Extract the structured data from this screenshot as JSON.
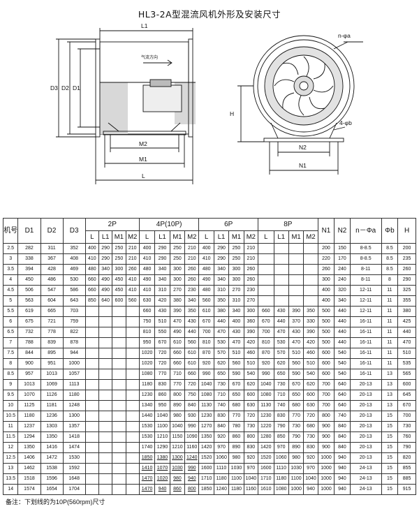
{
  "title": "HL3-2A型混流风机外形及安装尺寸",
  "drawing": {
    "side_labels": {
      "l1": "L1",
      "d3": "D3",
      "d2": "D2",
      "d1": "D1",
      "m2": "M2",
      "m1": "M1",
      "l": "L",
      "airflow": "气流方向"
    },
    "front_labels": {
      "holes": "n-φa",
      "h": "H",
      "bolts": "4-φb",
      "n2": "N2",
      "n1": "N1"
    }
  },
  "table": {
    "headers": {
      "model": "机号",
      "d1": "D1",
      "d2": "D2",
      "d3": "D3",
      "p2": "2P",
      "p4": "4P(10P)",
      "p6": "6P",
      "p8": "8P",
      "n1": "N1",
      "n2": "N2",
      "na": "n－Φa",
      "b": "Φb",
      "h": "H",
      "sub": [
        "L",
        "L1",
        "M1",
        "M2"
      ]
    },
    "rows": [
      {
        "m": "2.5",
        "d1": "282",
        "d2": "311",
        "d3": "352",
        "p2": [
          "400",
          "290",
          "250",
          "210"
        ],
        "p4": [
          "400",
          "290",
          "250",
          "210"
        ],
        "p6": [
          "400",
          "290",
          "250",
          "210"
        ],
        "p8": [
          "",
          "",
          "",
          ""
        ],
        "n1": "200",
        "n2": "150",
        "na": "8-8.5",
        "b": "8.5",
        "h": "200"
      },
      {
        "m": "3",
        "d1": "338",
        "d2": "367",
        "d3": "408",
        "p2": [
          "410",
          "290",
          "250",
          "210"
        ],
        "p4": [
          "410",
          "290",
          "250",
          "210"
        ],
        "p6": [
          "410",
          "290",
          "250",
          "210"
        ],
        "p8": [
          "",
          "",
          "",
          ""
        ],
        "n1": "220",
        "n2": "170",
        "na": "8-8.5",
        "b": "8.5",
        "h": "235"
      },
      {
        "m": "3.5",
        "d1": "394",
        "d2": "428",
        "d3": "469",
        "p2": [
          "480",
          "340",
          "300",
          "260"
        ],
        "p4": [
          "480",
          "340",
          "300",
          "260"
        ],
        "p6": [
          "480",
          "340",
          "300",
          "260"
        ],
        "p8": [
          "",
          "",
          "",
          ""
        ],
        "n1": "260",
        "n2": "240",
        "na": "8-11",
        "b": "8.5",
        "h": "260"
      },
      {
        "m": "4",
        "d1": "450",
        "d2": "486",
        "d3": "530",
        "p2": [
          "660",
          "490",
          "450",
          "410"
        ],
        "p4": [
          "490",
          "340",
          "300",
          "260"
        ],
        "p6": [
          "490",
          "340",
          "300",
          "260"
        ],
        "p8": [
          "",
          "",
          "",
          ""
        ],
        "n1": "300",
        "n2": "240",
        "na": "8-11",
        "b": "8",
        "h": "290"
      },
      {
        "m": "4.5",
        "d1": "506",
        "d2": "547",
        "d3": "586",
        "p2": [
          "660",
          "490",
          "450",
          "410"
        ],
        "p4": [
          "410",
          "310",
          "270",
          "230"
        ],
        "p6": [
          "480",
          "310",
          "270",
          "230"
        ],
        "p8": [
          "",
          "",
          "",
          ""
        ],
        "n1": "400",
        "n2": "320",
        "na": "12-11",
        "b": "11",
        "h": "325"
      },
      {
        "m": "5",
        "d1": "563",
        "d2": "604",
        "d3": "643",
        "p2": [
          "850",
          "640",
          "600",
          "560"
        ],
        "p4": [
          "630",
          "420",
          "380",
          "340"
        ],
        "p6": [
          "560",
          "350",
          "310",
          "270"
        ],
        "p8": [
          "",
          "",
          "",
          ""
        ],
        "n1": "400",
        "n2": "340",
        "na": "12-11",
        "b": "11",
        "h": "355"
      },
      {
        "m": "5.5",
        "d1": "619",
        "d2": "665",
        "d3": "703",
        "p2": [
          "",
          "",
          "",
          ""
        ],
        "p4": [
          "660",
          "430",
          "390",
          "350"
        ],
        "p6": [
          "610",
          "380",
          "340",
          "300"
        ],
        "p8": [
          "660",
          "430",
          "390",
          "350"
        ],
        "n1": "500",
        "n2": "440",
        "na": "12-11",
        "b": "11",
        "h": "380"
      },
      {
        "m": "6",
        "d1": "675",
        "d2": "721",
        "d3": "759",
        "p2": [
          "",
          "",
          "",
          ""
        ],
        "p4": [
          "750",
          "510",
          "470",
          "430"
        ],
        "p6": [
          "670",
          "440",
          "400",
          "360"
        ],
        "p8": [
          "670",
          "440",
          "370",
          "330"
        ],
        "n1": "500",
        "n2": "440",
        "na": "16-11",
        "b": "11",
        "h": "425"
      },
      {
        "m": "6.5",
        "d1": "732",
        "d2": "778",
        "d3": "822",
        "p2": [
          "",
          "",
          "",
          ""
        ],
        "p4": [
          "810",
          "550",
          "490",
          "440"
        ],
        "p6": [
          "700",
          "470",
          "430",
          "390"
        ],
        "p8": [
          "700",
          "470",
          "430",
          "390"
        ],
        "n1": "500",
        "n2": "440",
        "na": "16-11",
        "b": "11",
        "h": "440"
      },
      {
        "m": "7",
        "d1": "788",
        "d2": "839",
        "d3": "878",
        "p2": [
          "",
          "",
          "",
          ""
        ],
        "p4": [
          "950",
          "670",
          "610",
          "560"
        ],
        "p6": [
          "810",
          "530",
          "470",
          "420"
        ],
        "p8": [
          "810",
          "530",
          "470",
          "420"
        ],
        "n1": "500",
        "n2": "440",
        "na": "16-11",
        "b": "11",
        "h": "470"
      },
      {
        "m": "7.5",
        "d1": "844",
        "d2": "895",
        "d3": "944",
        "p2": [
          "",
          "",
          "",
          ""
        ],
        "p4": [
          "1020",
          "720",
          "660",
          "610"
        ],
        "p6": [
          "870",
          "570",
          "510",
          "460"
        ],
        "p8": [
          "870",
          "570",
          "510",
          "460"
        ],
        "n1": "600",
        "n2": "540",
        "na": "16-11",
        "b": "11",
        "h": "510"
      },
      {
        "m": "8",
        "d1": "900",
        "d2": "951",
        "d3": "1000",
        "p2": [
          "",
          "",
          "",
          ""
        ],
        "p4": [
          "1020",
          "720",
          "660",
          "610"
        ],
        "p6": [
          "920",
          "620",
          "560",
          "510"
        ],
        "p8": [
          "920",
          "620",
          "560",
          "510"
        ],
        "n1": "600",
        "n2": "540",
        "na": "16-11",
        "b": "11",
        "h": "535"
      },
      {
        "m": "8.5",
        "d1": "957",
        "d2": "1013",
        "d3": "1057",
        "p2": [
          "",
          "",
          "",
          ""
        ],
        "p4": [
          "1080",
          "770",
          "710",
          "660"
        ],
        "p6": [
          "990",
          "650",
          "590",
          "540"
        ],
        "p8": [
          "990",
          "650",
          "590",
          "540"
        ],
        "n1": "600",
        "n2": "540",
        "na": "16-11",
        "b": "13",
        "h": "565"
      },
      {
        "m": "9",
        "d1": "1013",
        "d2": "1069",
        "d3": "1113",
        "p2": [
          "",
          "",
          "",
          ""
        ],
        "p4": [
          "1180",
          "830",
          "770",
          "720"
        ],
        "p6": [
          "1040",
          "730",
          "670",
          "620"
        ],
        "p8": [
          "1040",
          "730",
          "670",
          "620"
        ],
        "n1": "700",
        "n2": "640",
        "na": "20-13",
        "b": "13",
        "h": "600"
      },
      {
        "m": "9.5",
        "d1": "1070",
        "d2": "1126",
        "d3": "1180",
        "p2": [
          "",
          "",
          "",
          ""
        ],
        "p4": [
          "1230",
          "860",
          "800",
          "750"
        ],
        "p6": [
          "1080",
          "710",
          "650",
          "600"
        ],
        "p8": [
          "1080",
          "710",
          "650",
          "600"
        ],
        "n1": "700",
        "n2": "640",
        "na": "20-13",
        "b": "13",
        "h": "645"
      },
      {
        "m": "10",
        "d1": "1125",
        "d2": "1181",
        "d3": "1248",
        "p2": [
          "",
          "",
          "",
          ""
        ],
        "p4": [
          "1340",
          "950",
          "890",
          "840"
        ],
        "p6": [
          "1130",
          "740",
          "680",
          "630"
        ],
        "p8": [
          "1130",
          "740",
          "680",
          "630"
        ],
        "n1": "700",
        "n2": "640",
        "na": "20-13",
        "b": "13",
        "h": "670"
      },
      {
        "m": "10.5",
        "d1": "1180",
        "d2": "1236",
        "d3": "1300",
        "p2": [
          "",
          "",
          "",
          ""
        ],
        "p4": [
          "1440",
          "1040",
          "980",
          "930"
        ],
        "p6": [
          "1230",
          "830",
          "770",
          "720"
        ],
        "p8": [
          "1230",
          "830",
          "770",
          "720"
        ],
        "n1": "800",
        "n2": "740",
        "na": "20-13",
        "b": "15",
        "h": "700"
      },
      {
        "m": "11",
        "d1": "1237",
        "d2": "1303",
        "d3": "1357",
        "p2": [
          "",
          "",
          "",
          ""
        ],
        "p4": [
          "1530",
          "1100",
          "1040",
          "990"
        ],
        "p6": [
          "1270",
          "840",
          "780",
          "730"
        ],
        "p8": [
          "1220",
          "790",
          "730",
          "680"
        ],
        "n1": "900",
        "n2": "840",
        "na": "20-13",
        "b": "15",
        "h": "730"
      },
      {
        "m": "11.5",
        "d1": "1294",
        "d2": "1350",
        "d3": "1418",
        "p2": [
          "",
          "",
          "",
          ""
        ],
        "p4": [
          "1530",
          "1210",
          "1150",
          "1090"
        ],
        "p6": [
          "1350",
          "920",
          "860",
          "800"
        ],
        "p8": [
          "1280",
          "850",
          "790",
          "730"
        ],
        "n1": "900",
        "n2": "840",
        "na": "20-13",
        "b": "15",
        "h": "760"
      },
      {
        "m": "12",
        "d1": "1350",
        "d2": "1416",
        "d3": "1474",
        "p2": [
          "",
          "",
          "",
          ""
        ],
        "p4": [
          "1740",
          "1290",
          "1210",
          "1160"
        ],
        "p6": [
          "1420",
          "970",
          "890",
          "830"
        ],
        "p8": [
          "1420",
          "970",
          "890",
          "830"
        ],
        "n1": "900",
        "n2": "840",
        "na": "20-13",
        "b": "15",
        "h": "790"
      },
      {
        "m": "12.5",
        "d1": "1406",
        "d2": "1472",
        "d3": "1530",
        "p2": [
          "",
          "",
          "",
          ""
        ],
        "p4": [
          "1850",
          "1380",
          "1300",
          "1240"
        ],
        "p6": [
          "1520",
          "1060",
          "980",
          "920"
        ],
        "p8": [
          "1520",
          "1060",
          "980",
          "920"
        ],
        "n1": "1000",
        "n2": "940",
        "na": "20-13",
        "b": "15",
        "h": "820"
      },
      {
        "m": "13",
        "d1": "1462",
        "d2": "1538",
        "d3": "1592",
        "p2": [
          "",
          "",
          "",
          ""
        ],
        "p4": [
          "1410",
          "1070",
          "1030",
          "990"
        ],
        "p6": [
          "1600",
          "1110",
          "1030",
          "970"
        ],
        "p8": [
          "1600",
          "1110",
          "1030",
          "970"
        ],
        "n1": "1000",
        "n2": "940",
        "na": "24-13",
        "b": "15",
        "h": "855"
      },
      {
        "m": "13.5",
        "d1": "1518",
        "d2": "1596",
        "d3": "1648",
        "p2": [
          "",
          "",
          "",
          ""
        ],
        "p4": [
          "1470",
          "1020",
          "980",
          "940"
        ],
        "p6": [
          "1710",
          "1180",
          "1100",
          "1040"
        ],
        "p8": [
          "1710",
          "1180",
          "1100",
          "1040"
        ],
        "n1": "1000",
        "n2": "940",
        "na": "24-13",
        "b": "15",
        "h": "885"
      },
      {
        "m": "14",
        "d1": "1574",
        "d2": "1654",
        "d3": "1704",
        "p2": [
          "",
          "",
          "",
          ""
        ],
        "p4": [
          "1470",
          "940",
          "860",
          "800"
        ],
        "p6": [
          "1850",
          "1240",
          "1180",
          "1160"
        ],
        "p8": [
          "1610",
          "1080",
          "1000",
          "940"
        ],
        "n1": "1000",
        "n2": "940",
        "na": "24-13",
        "b": "15",
        "h": "915"
      }
    ],
    "underline_from_row": 20
  },
  "note": "备注：下划线的为10P(560rpm)尺寸"
}
